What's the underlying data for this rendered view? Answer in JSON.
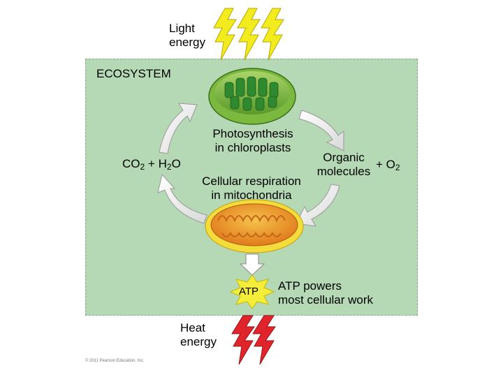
{
  "labels": {
    "light_energy_line1": "Light",
    "light_energy_line2": "energy",
    "ecosystem": "ECOSYSTEM",
    "photosynthesis_line1": "Photosynthesis",
    "photosynthesis_line2": "in chloroplasts",
    "co2": "CO",
    "co2_sub": "2",
    "plus1": "+",
    "h2o": "H",
    "h2o_sub": "2",
    "h2o_o": "O",
    "organic_line1": "Organic",
    "organic_line2": "molecules",
    "plus2": "+",
    "o2": "O",
    "o2_sub": "2",
    "respiration_line1": "Cellular respiration",
    "respiration_line2": "in mitochondria",
    "atp": "ATP",
    "atp_powers_line1": "ATP powers",
    "atp_powers_line2": "most cellular work",
    "heat_line1": "Heat",
    "heat_line2": "energy",
    "copyright": "© 2011 Pearson Education, Inc."
  },
  "icons": {
    "light": "yellow-lightning-bolt",
    "heat": "red-lightning-bolt",
    "chloroplast": "chloroplast",
    "mitochondrion": "mitochondrion"
  },
  "colors": {
    "ecosystem_bg": "#b5d8b5",
    "light_bolt": "#f2ec1e",
    "heat_bolt": "#e0242b",
    "atp_burst": "#f4ee3a",
    "chloroplast": "#6fb63a",
    "mitochondrion": "#e8832a"
  }
}
